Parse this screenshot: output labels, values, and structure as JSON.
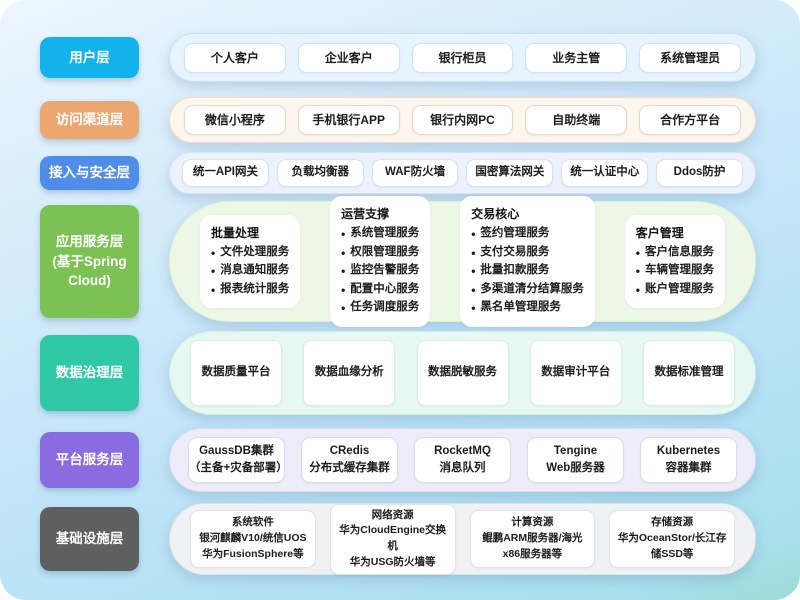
{
  "canvas": {
    "bg_top": "#ecf6fe",
    "bg_bottom": "#9edcd8"
  },
  "layers": [
    {
      "name": "user-layer",
      "label": "用户层",
      "label_bg": "#14b2ec",
      "pill_bg": "#e7f3fd",
      "pill_border": "#c6e2f6",
      "chip_border": "#cbe5f7",
      "items": [
        "个人客户",
        "企业客户",
        "银行柜员",
        "业务主管",
        "系统管理员"
      ]
    },
    {
      "name": "channel-layer",
      "label": "访问渠道层",
      "label_bg": "#eca770",
      "pill_bg": "#fdf6ee",
      "pill_border": "#f2ddc4",
      "chip_border": "#efd6b9",
      "items": [
        "微信小程序",
        "手机银行APP",
        "银行内网PC",
        "自助终端",
        "合作方平台"
      ]
    },
    {
      "name": "security-layer",
      "label": "接入与安全层",
      "label_bg": "#4f8de9",
      "pill_bg": "#ecf2fb",
      "pill_border": "#d8e3f4",
      "chip_border": "#d6e1f3",
      "items": [
        "统一API网关",
        "负载均衡器",
        "WAF防火墙",
        "国密算法网关",
        "统一认证中心",
        "Ddos防护"
      ]
    },
    {
      "name": "app-service-layer",
      "label": "应用服务层\n(基于Spring Cloud)",
      "label_bg": "#7cc153",
      "pill_bg": "#ecf7e6",
      "pill_border": "#dcefd2",
      "chip_border": "#eaf4e4",
      "groups": [
        {
          "title": "批量处理",
          "items": [
            "文件处理服务",
            "消息通知服务",
            "报表统计服务"
          ]
        },
        {
          "title": "运营支撑",
          "items": [
            "系统管理服务",
            "权限管理服务",
            "监控告警服务",
            "配置中心服务",
            "任务调度服务"
          ]
        },
        {
          "title": "交易核心",
          "items": [
            "签约管理服务",
            "支付交易服务",
            "批量扣款服务",
            "多渠道清分结算服务",
            "黑名单管理服务"
          ]
        },
        {
          "title": "客户管理",
          "items": [
            "客户信息服务",
            "车辆管理服务",
            "账户管理服务"
          ]
        }
      ]
    },
    {
      "name": "data-governance-layer",
      "label": "数据治理层",
      "label_bg": "#2fc9a6",
      "pill_bg": "#e7f8f2",
      "pill_border": "#d0efe3",
      "chip_border": "#d5efe4",
      "items": [
        "数据质量平台",
        "数据血缘分析",
        "数据脱敏服务",
        "数据审计平台",
        "数据标准管理"
      ]
    },
    {
      "name": "platform-service-layer",
      "label": "平台服务层",
      "label_bg": "#8b6be0",
      "pill_bg": "#eeecf9",
      "pill_border": "#dfdaf2",
      "chip_border": "#ded9f1",
      "items": [
        [
          "GaussDB集群",
          "（主备+灾备部署）"
        ],
        [
          "CRedis",
          "分布式缓存集群"
        ],
        [
          "RocketMQ",
          "消息队列"
        ],
        [
          "Tengine",
          "Web服务器"
        ],
        [
          "Kubernetes",
          "容器集群"
        ]
      ]
    },
    {
      "name": "infrastructure-layer",
      "label": "基础设施层",
      "label_bg": "#5f5f5f",
      "pill_bg": "#f0f1f3",
      "pill_border": "#e0e2e6",
      "chip_border": "#e1e3e7",
      "items": [
        [
          "系统软件",
          "银河麒麟V10/统信UOS",
          "华为FusionSphere等"
        ],
        [
          "网络资源",
          "华为CloudEngine交换机",
          "华为USG防火墙等"
        ],
        [
          "计算资源",
          "鲲鹏ARM服务器/海光x86服务器等"
        ],
        [
          "存储资源",
          "华为OceanStor/长江存储SSD等"
        ]
      ]
    }
  ]
}
